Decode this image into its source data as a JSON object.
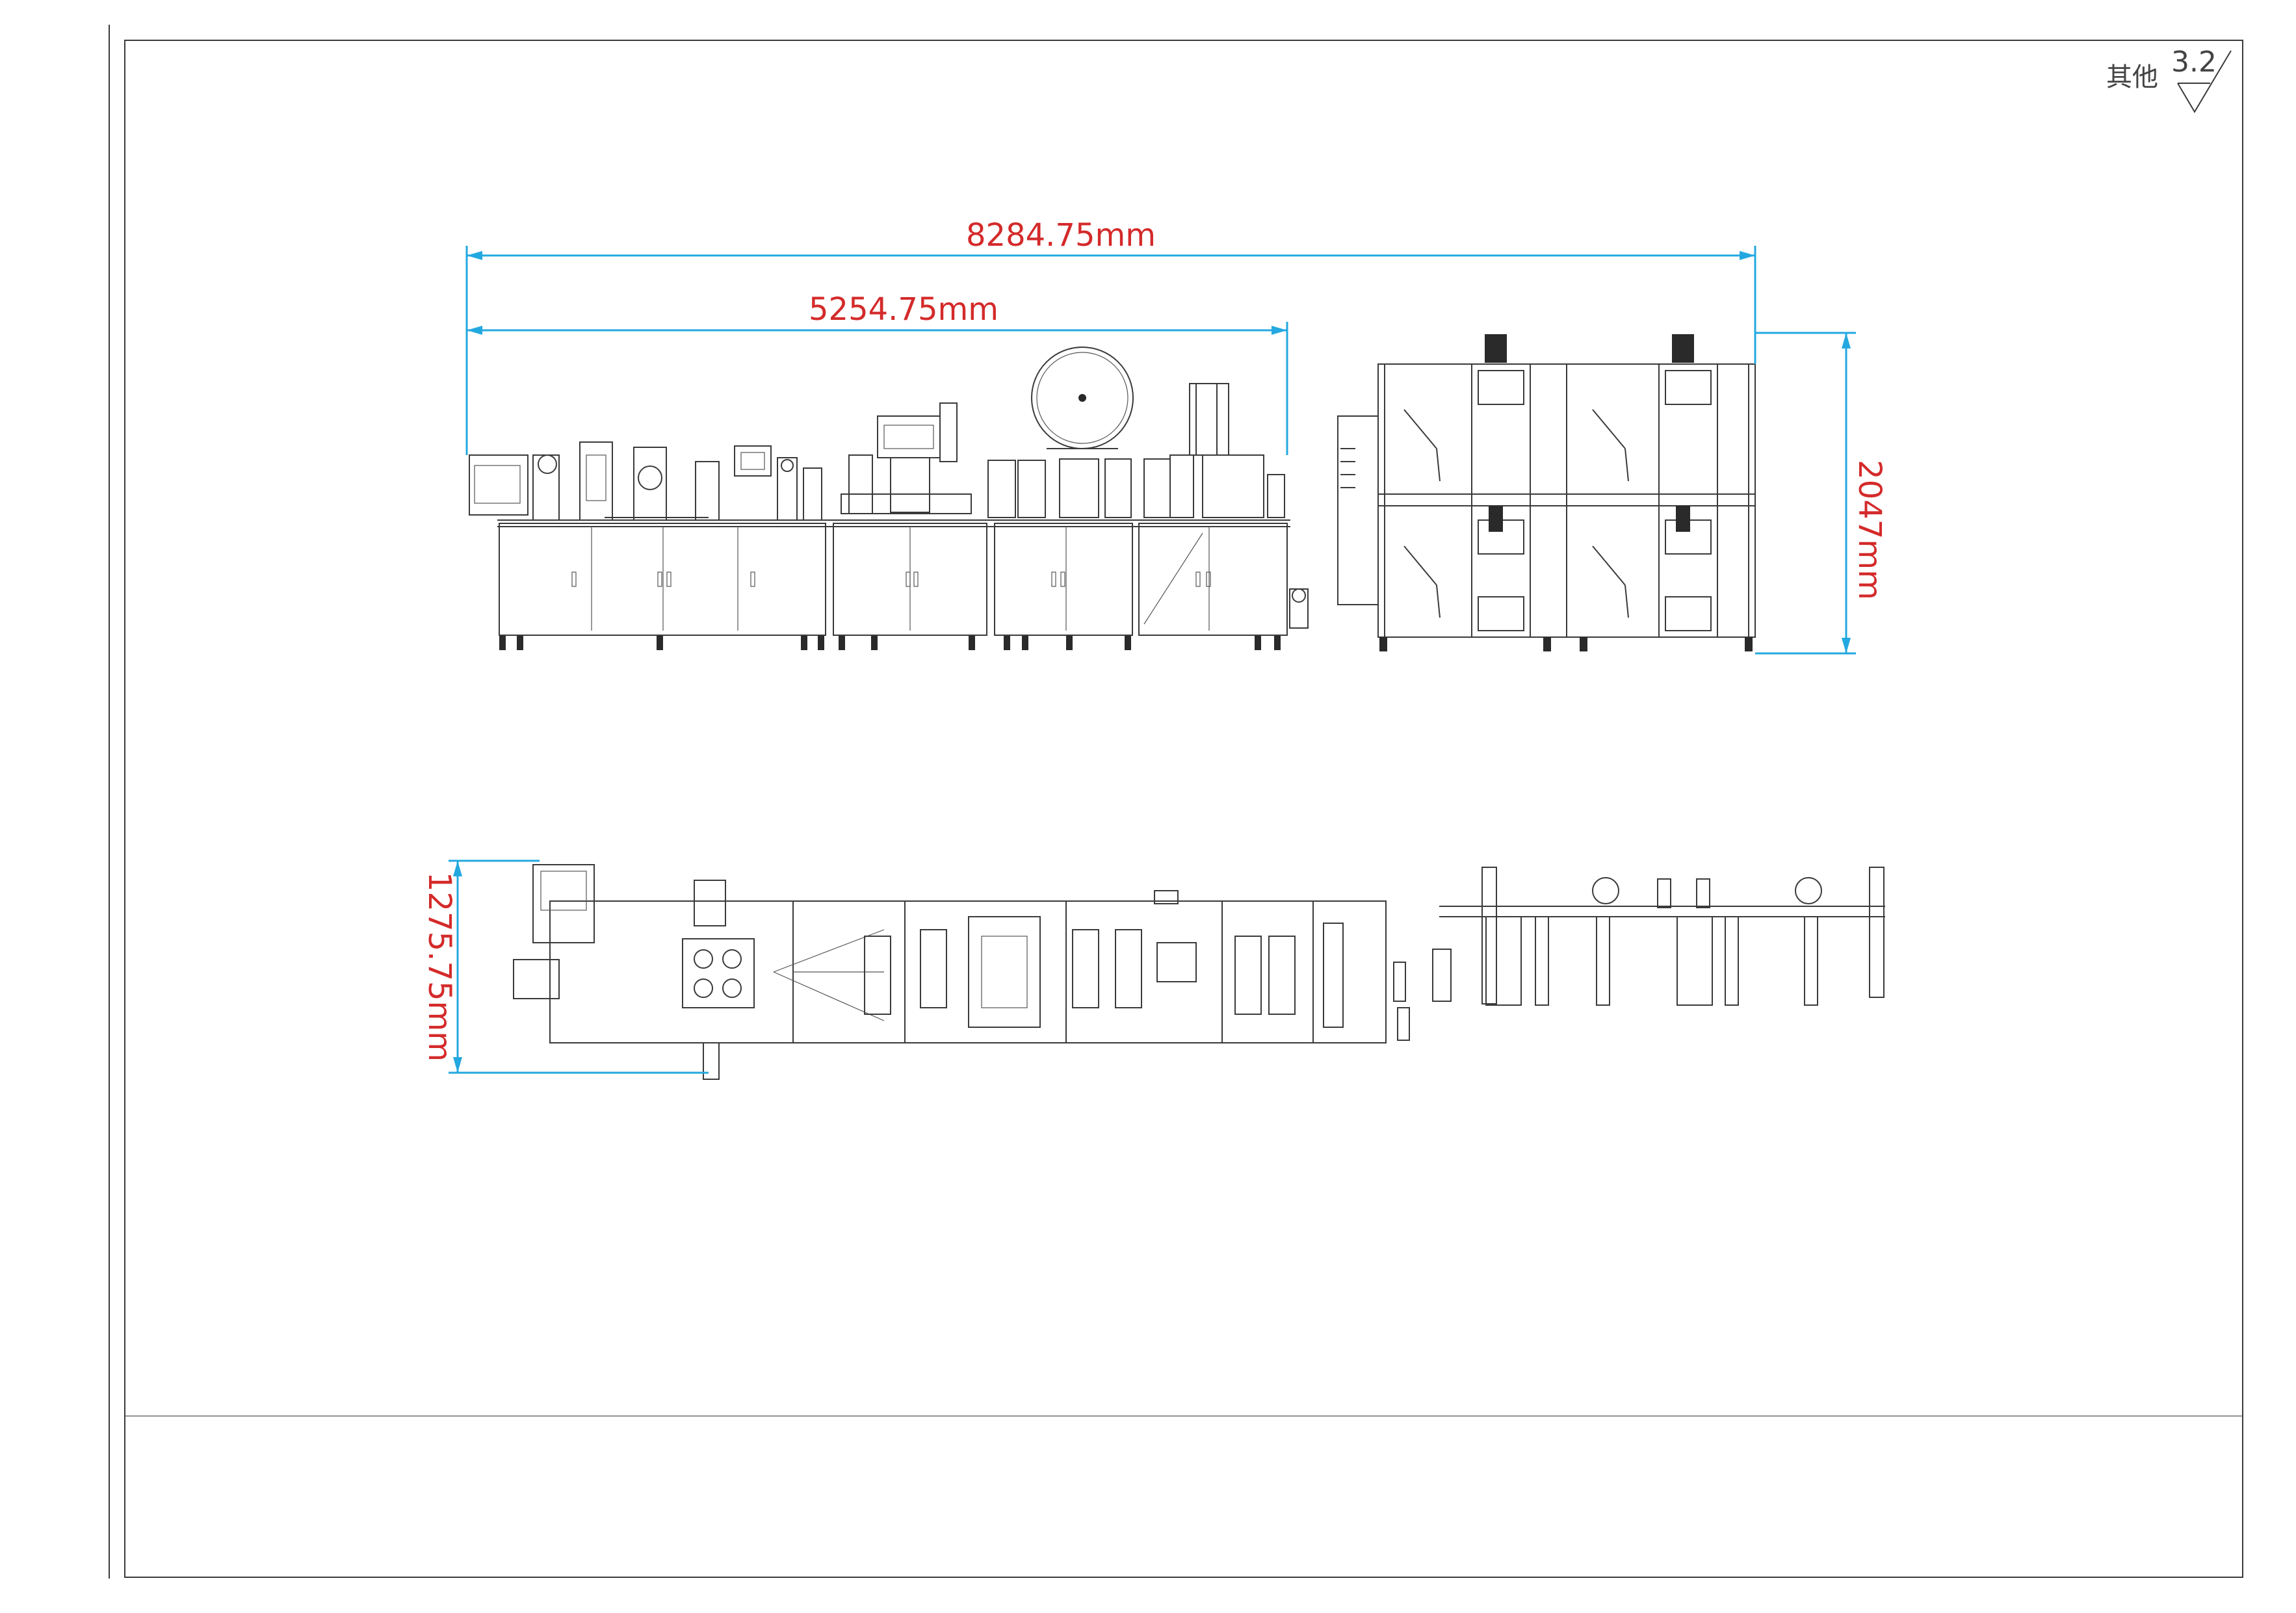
{
  "dimensions": {
    "total_length": "8284.75mm",
    "main_length": "5254.75mm",
    "height": "2047mm",
    "width": "1275.75mm"
  },
  "roughness": {
    "label": "其他",
    "value": "3.2"
  },
  "colors": {
    "dimension_line": "#23a8e0",
    "dimension_text": "#d42a2a",
    "drawing_line": "#3a3a3a"
  }
}
